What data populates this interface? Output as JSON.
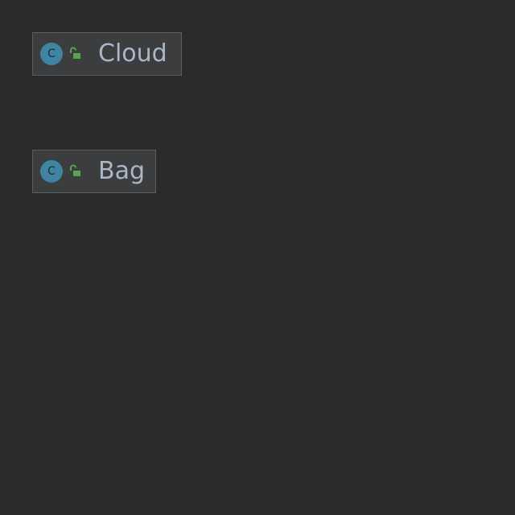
{
  "diagram": {
    "nodes": [
      {
        "id": "cloud",
        "kind_badge": "C",
        "visibility": "public",
        "icon": "class-icon",
        "name": "Cloud"
      },
      {
        "id": "bag",
        "kind_badge": "C",
        "visibility": "public",
        "icon": "class-icon",
        "name": "Bag"
      }
    ]
  },
  "colors": {
    "background": "#2b2b2b",
    "node_fill": "#3b3d3f",
    "node_border": "#5c5f61",
    "class_icon": "#3f85a3",
    "public_lock": "#59a44f",
    "label_text": "#a9b7c6"
  }
}
